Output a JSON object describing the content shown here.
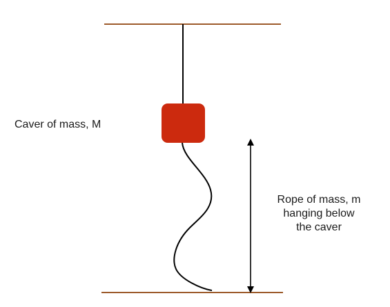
{
  "labels": {
    "caver": "Caver of mass, M",
    "rope_lines": [
      "Rope of mass, m",
      "hanging below",
      "the caver"
    ]
  },
  "colors": {
    "ceiling": "#9c5a2a",
    "floor": "#9c5a2a",
    "caver_block": "#cc2a0e",
    "rope": "#000000",
    "arrow": "#000000"
  }
}
